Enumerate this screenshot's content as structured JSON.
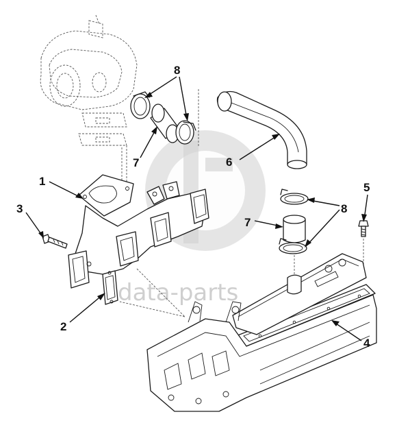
{
  "watermark": {
    "text": "data-parts"
  },
  "callouts": {
    "c1": "1",
    "c2": "2",
    "c3": "3",
    "c4": "4",
    "c5": "5",
    "c6": "6",
    "c7_upper": "7",
    "c7_lower": "7",
    "c8_upper": "8",
    "c8_lower": "8"
  }
}
